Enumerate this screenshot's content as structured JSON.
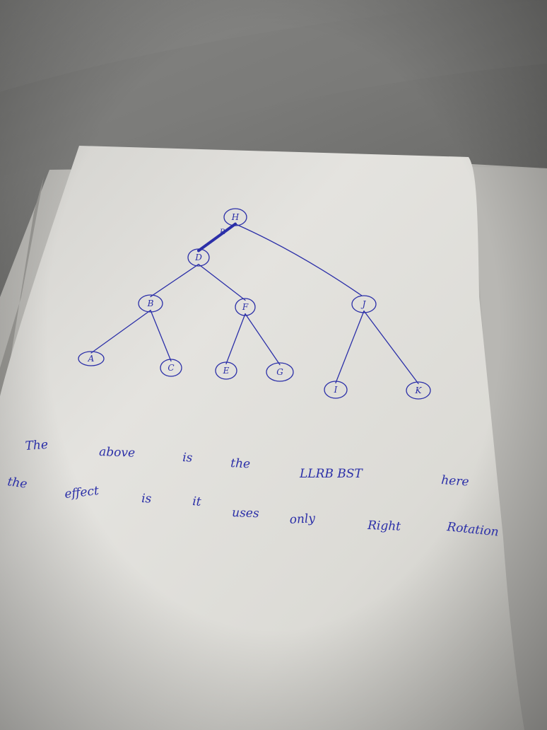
{
  "tree": {
    "red_link_label": "R",
    "nodes": [
      {
        "id": "H",
        "label": "H"
      },
      {
        "id": "D",
        "label": "D"
      },
      {
        "id": "B",
        "label": "B"
      },
      {
        "id": "F",
        "label": "F"
      },
      {
        "id": "J",
        "label": "J"
      },
      {
        "id": "A",
        "label": "A"
      },
      {
        "id": "C",
        "label": "C"
      },
      {
        "id": "E",
        "label": "E"
      },
      {
        "id": "G",
        "label": "G"
      },
      {
        "id": "I",
        "label": "I"
      },
      {
        "id": "K",
        "label": "K"
      }
    ],
    "edges": [
      {
        "from": "H",
        "to": "D",
        "red": true
      },
      {
        "from": "H",
        "to": "J",
        "red": false
      },
      {
        "from": "D",
        "to": "B",
        "red": false
      },
      {
        "from": "D",
        "to": "F",
        "red": false
      },
      {
        "from": "B",
        "to": "A",
        "red": false
      },
      {
        "from": "B",
        "to": "C",
        "red": false
      },
      {
        "from": "F",
        "to": "E",
        "red": false
      },
      {
        "from": "F",
        "to": "G",
        "red": false
      },
      {
        "from": "J",
        "to": "I",
        "red": false
      },
      {
        "from": "J",
        "to": "K",
        "red": false
      }
    ]
  },
  "note": {
    "line1": [
      "The",
      "above",
      "is",
      "the",
      "LLRB BST",
      "here"
    ],
    "line2": [
      "the",
      "effect",
      "is",
      "it",
      "uses",
      "only",
      "Right",
      "Rotation"
    ]
  },
  "colors": {
    "ink": "#2b2fa8",
    "paper": "#e6e5e1",
    "background": "#6f6f6d"
  }
}
